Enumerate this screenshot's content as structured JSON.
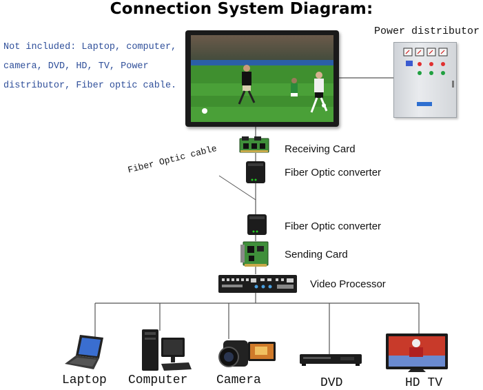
{
  "title": "Connection System Diagram:",
  "note_lines": [
    "Not included: Laptop, computer,",
    "camera, DVD, HD, TV, Power",
    "distributor, Fiber optic cable."
  ],
  "power_distributor_label": "Power distributor",
  "fiber_cable_label": "Fiber Optic cable",
  "components": {
    "receiving_card": "Receiving Card",
    "fiber_converter_top": "Fiber Optic converter",
    "fiber_converter_bottom": "Fiber Optic converter",
    "sending_card": "Sending Card",
    "video_processor": "Video Processor"
  },
  "devices": [
    "Laptop",
    "Computer",
    "Camera",
    "DVD",
    "HD TV"
  ],
  "colors": {
    "note_text": "#2f4f9a",
    "line": "#555555",
    "pcb_green": "#3f8f3a",
    "device_dark": "#1c1c1c"
  },
  "icons": [
    "led-screen-icon",
    "power-box-icon",
    "receiving-card-icon",
    "fiber-converter-icon",
    "sending-card-icon",
    "video-processor-icon",
    "laptop-icon",
    "computer-icon",
    "camera-icon",
    "dvd-icon",
    "tv-icon"
  ]
}
